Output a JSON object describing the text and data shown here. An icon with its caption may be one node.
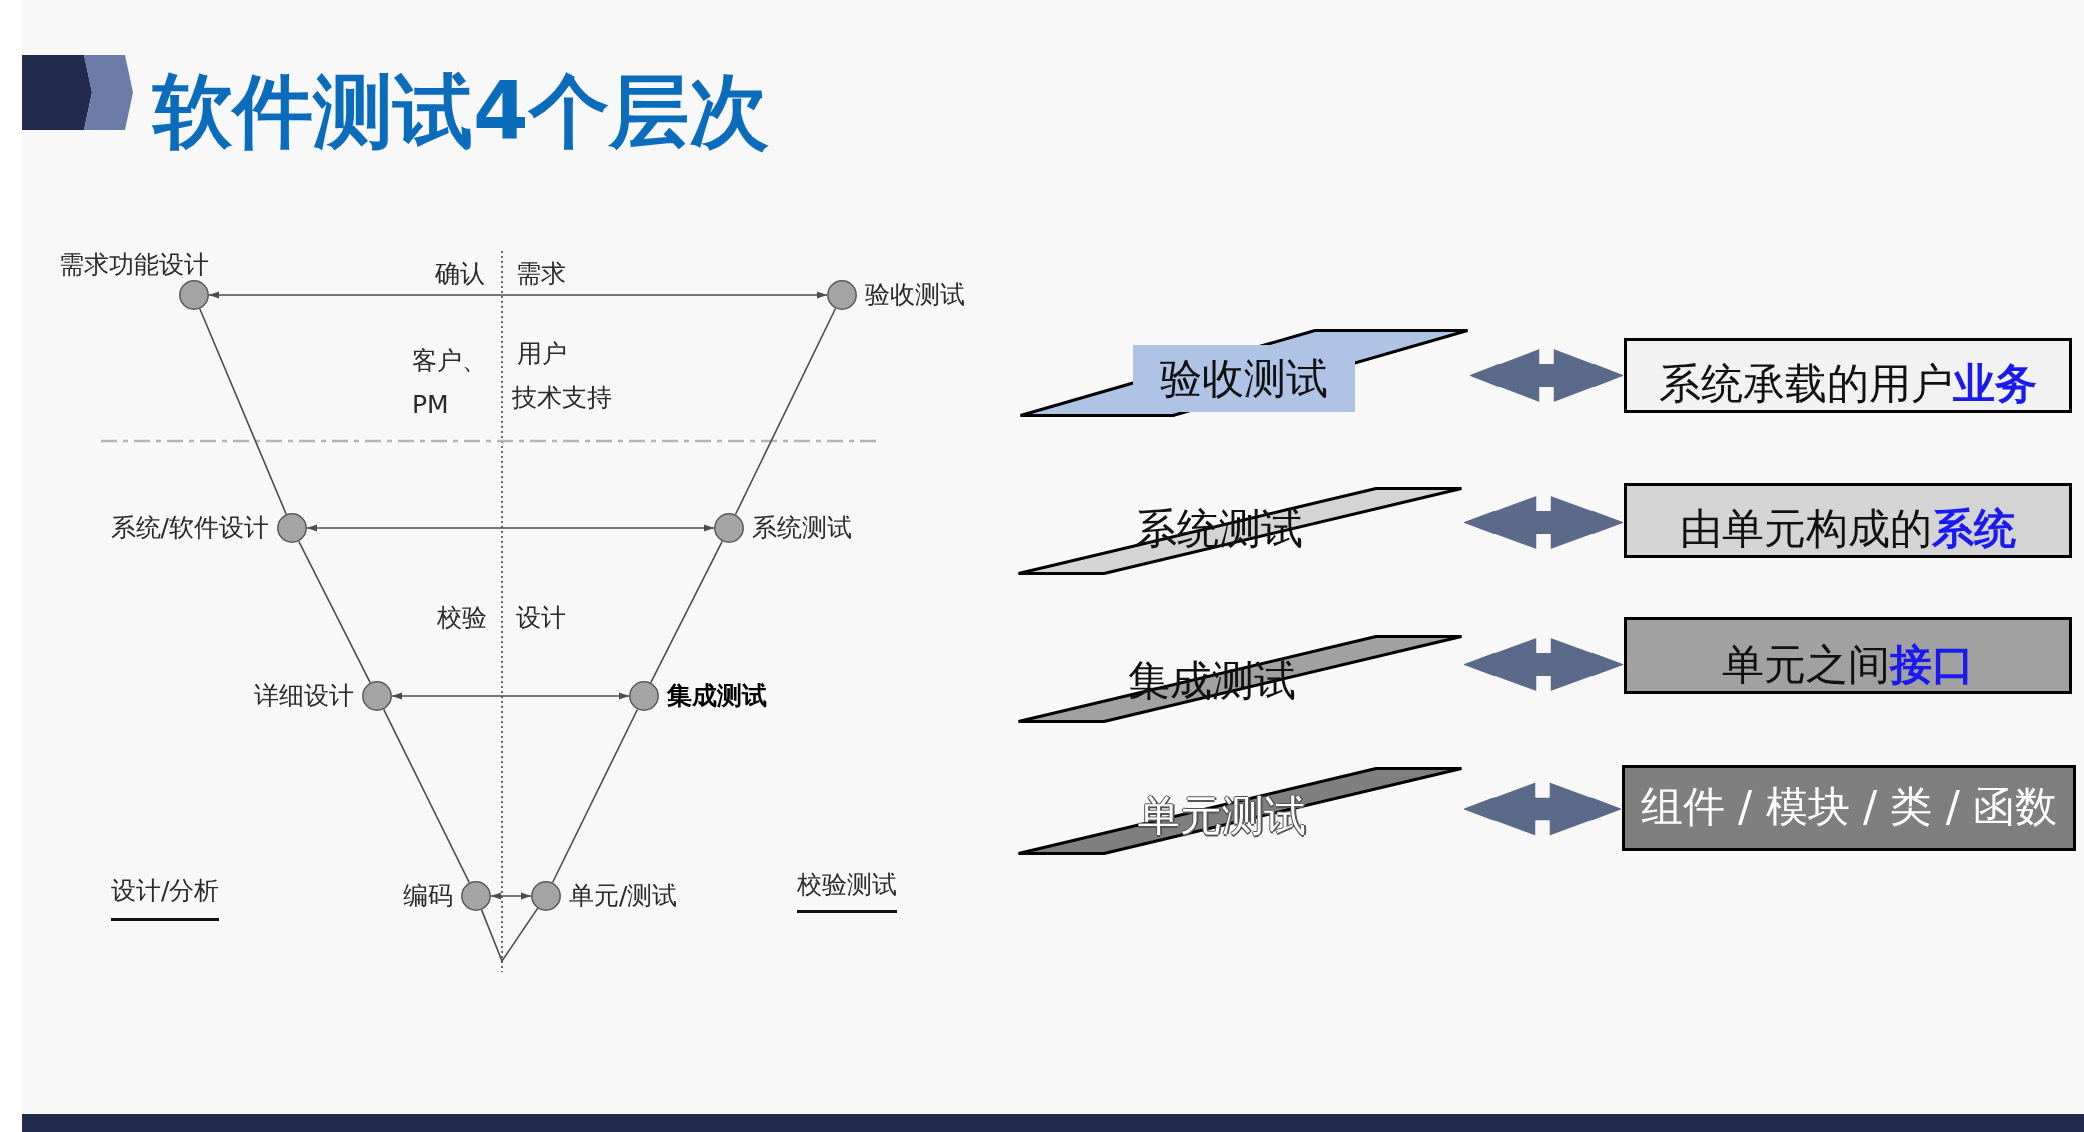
{
  "diagram": {
    "title": "软件测试4个层次",
    "nodes": [
      {
        "text": [
          "需求功能设计"
        ]
      },
      {
        "text": [
          "验收测试"
        ]
      },
      {
        "text": [
          "系统/软件设计"
        ]
      },
      {
        "text": [
          "系统测试"
        ]
      },
      {
        "text": [
          "详细设计"
        ]
      },
      {
        "text": [
          "集成测试"
        ]
      },
      {
        "text": [
          "编码"
        ]
      },
      {
        "text": [
          "单元/测试"
        ]
      },
      {
        "text": [
          "验收测试"
        ]
      },
      {
        "text": [
          "系统承载的用户**业务**"
        ]
      },
      {
        "text": [
          "系统测试"
        ]
      },
      {
        "text": [
          "由单元构成的**系统**"
        ]
      },
      {
        "text": [
          "集成测试"
        ]
      },
      {
        "text": [
          "单元之间**接口**"
        ]
      },
      {
        "text": [
          "单元测试"
        ]
      },
      {
        "text": [
          "组件 / 模块 / 类 / 函数"
        ]
      }
    ],
    "edges": [
      {
        "from": 0,
        "to": 1,
        "arrow": "both"
      },
      {
        "from": 0,
        "to": 2,
        "arrow": "none"
      },
      {
        "from": 1,
        "to": 3,
        "arrow": "none"
      },
      {
        "from": 2,
        "to": 3,
        "arrow": "both"
      },
      {
        "from": 2,
        "to": 4,
        "arrow": "none"
      },
      {
        "from": 3,
        "to": 5,
        "arrow": "none"
      },
      {
        "from": 4,
        "to": 5,
        "arrow": "both"
      },
      {
        "from": 4,
        "to": 6,
        "arrow": "none"
      },
      {
        "from": 5,
        "to": 7,
        "arrow": "none"
      },
      {
        "from": 6,
        "to": 7,
        "arrow": "both"
      },
      {
        "from": 6,
        "to": 7,
        "arrow": "none"
      },
      {
        "from": 8,
        "to": 9,
        "arrow": "both",
        "style": "thick",
        "color": "#5b6a89"
      },
      {
        "from": 10,
        "to": 11,
        "arrow": "both",
        "style": "thick",
        "color": "#5b6a89"
      },
      {
        "from": 12,
        "to": 13,
        "arrow": "both",
        "style": "thick",
        "color": "#5b6a89"
      },
      {
        "from": 14,
        "to": 15,
        "arrow": "both",
        "style": "thick",
        "color": "#5b6a89"
      }
    ],
    "labels": [
      "确认",
      "需求",
      "客户、PM",
      "用户",
      "技术支持",
      "校验",
      "设计",
      "设计/分析",
      "校验测试"
    ]
  }
}
